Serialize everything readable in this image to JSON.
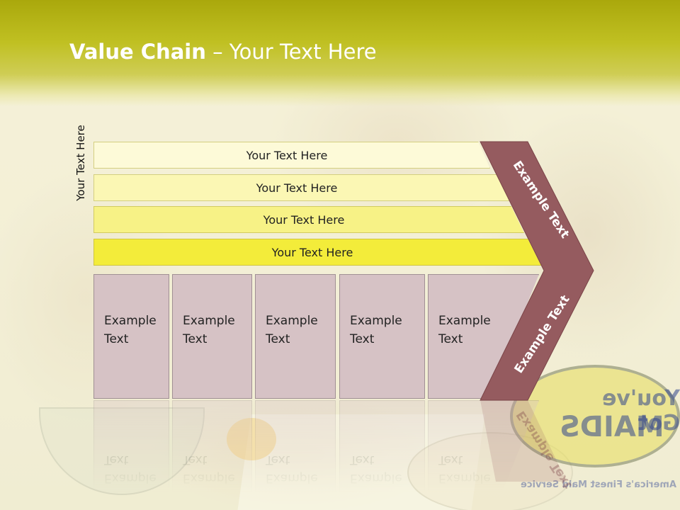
{
  "slide": {
    "title_bold": "Value Chain",
    "title_rest": " – Your Text Here",
    "side_label": "Your Text Here",
    "bars": [
      "Your Text Here",
      "Your Text Here",
      "Your Text Here",
      "Your Text Here"
    ],
    "boxes": [
      {
        "line1": "Example",
        "line2": "Text"
      },
      {
        "line1": "Example",
        "line2": "Text"
      },
      {
        "line1": "Example",
        "line2": "Text"
      },
      {
        "line1": "Example",
        "line2": "Text"
      },
      {
        "line1": "Example",
        "line2": "Text"
      }
    ],
    "chevron_top": "Example Text",
    "chevron_bottom": "Example Text"
  },
  "logo": {
    "line1": "You've Got",
    "line2": "MAIDS",
    "tagline": "America's Finest Maid Service"
  },
  "colors": {
    "header": "#aaa80c",
    "chevron": "#955b5f",
    "box": "#d6c2c5",
    "bar_light": "#fdfad8",
    "bar_dark": "#f3ec3a"
  }
}
